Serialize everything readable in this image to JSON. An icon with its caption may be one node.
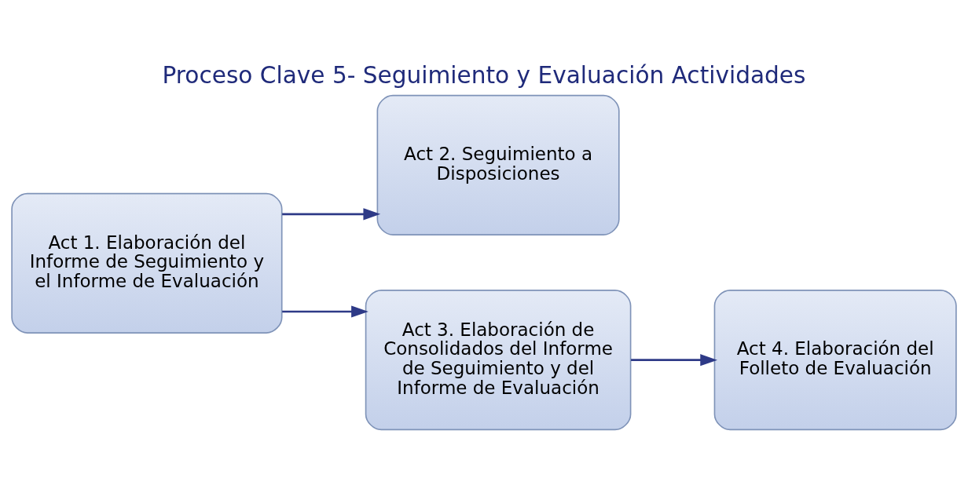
{
  "diagram": {
    "title": "Proceso Clave 5- Seguimiento y Evaluación Actividades",
    "nodes": [
      {
        "text": [
          "Act 1. Elaboración del Informe de Seguimiento y el Informe de Evaluación"
        ]
      },
      {
        "text": [
          "Act 2. Seguimiento a Disposiciones"
        ]
      },
      {
        "text": [
          "Act 3. Elaboración de Consolidados del Informe de Seguimiento y del Informe de Evaluación"
        ]
      },
      {
        "text": [
          "Act 4. Elaboración del Folleto de Evaluación"
        ]
      }
    ],
    "edges": [
      {
        "from": 0,
        "to": 1,
        "arrow": "to"
      },
      {
        "from": 0,
        "to": 2,
        "arrow": "to"
      },
      {
        "from": 2,
        "to": 3,
        "arrow": "to"
      }
    ]
  }
}
